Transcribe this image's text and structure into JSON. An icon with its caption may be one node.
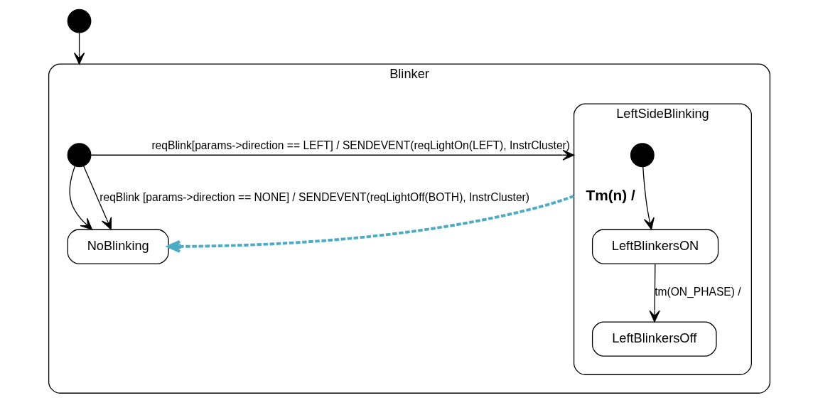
{
  "diagram": {
    "nodes": [
      {
        "text": [],
        "shape": "circle"
      },
      {
        "text": [
          "Blinker"
        ]
      },
      {
        "text": [],
        "shape": "circle",
        "in": 1
      },
      {
        "text": [
          "NoBlinking"
        ],
        "in": 1
      },
      {
        "text": [
          "LeftSideBlinking"
        ],
        "in": 1
      },
      {
        "text": [],
        "shape": "circle",
        "in": 4
      },
      {
        "text": [
          "LeftBlinkersON"
        ],
        "in": 4
      },
      {
        "text": [
          "LeftBlinkersOff"
        ],
        "in": 4
      }
    ],
    "edges": [
      {
        "from": 0,
        "to": 1,
        "arrow": "to"
      },
      {
        "from": 2,
        "to": 3,
        "arrow": "to"
      },
      {
        "from": 1,
        "to": 3,
        "arrow": "to",
        "label": "reqBlink [params->direction == NONE] / SENDEVENT(reqLightOff(BOTH), InstrCluster)"
      },
      {
        "from": 1,
        "to": 4,
        "arrow": "to",
        "label": "reqBlink[params->direction == LEFT] / SENDEVENT(reqLightOn(LEFT), InstrCluster)"
      },
      {
        "from": 5,
        "to": 6,
        "arrow": "to"
      },
      {
        "from": 6,
        "to": 7,
        "arrow": "to",
        "label": "tm(ON_PHASE) /"
      },
      {
        "from": 4,
        "to": 3,
        "arrow": "to",
        "label": "Tm(n) /",
        "style": "dashed",
        "color": "#4bacc6"
      }
    ]
  }
}
